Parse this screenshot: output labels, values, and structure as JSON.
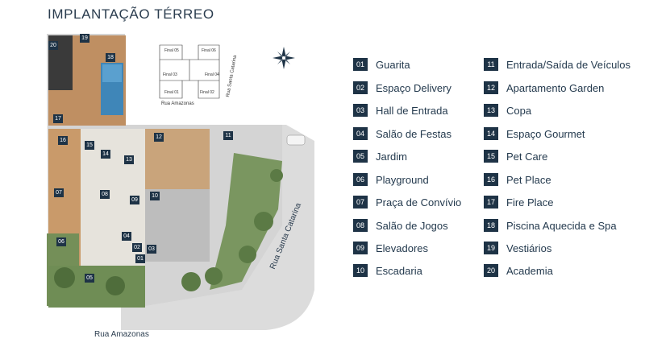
{
  "title": "IMPLANTAÇÃO TÉRREO",
  "streets": {
    "bottom": "Rua Amazonas",
    "side": "Rua Santa Catarina"
  },
  "key_plan": {
    "units": [
      "Final 05",
      "Final 06",
      "Final 03",
      "Final 04",
      "Final 01",
      "Final 02"
    ],
    "street_bottom": "Rua Amazonas",
    "street_side": "Rua Santa Catarina"
  },
  "map_markers": [
    "01",
    "02",
    "03",
    "04",
    "05",
    "06",
    "07",
    "08",
    "09",
    "10",
    "11",
    "12",
    "13",
    "14",
    "15",
    "16",
    "17",
    "18",
    "19",
    "20"
  ],
  "legend": [
    {
      "num": "01",
      "label": "Guarita"
    },
    {
      "num": "02",
      "label": "Espaço Delivery"
    },
    {
      "num": "03",
      "label": "Hall de Entrada"
    },
    {
      "num": "04",
      "label": "Salão de Festas"
    },
    {
      "num": "05",
      "label": "Jardim"
    },
    {
      "num": "06",
      "label": "Playground"
    },
    {
      "num": "07",
      "label": "Praça de Convívio"
    },
    {
      "num": "08",
      "label": "Salão de Jogos"
    },
    {
      "num": "09",
      "label": "Elevadores"
    },
    {
      "num": "10",
      "label": "Escadaria"
    },
    {
      "num": "11",
      "label": "Entrada/Saída de Veículos"
    },
    {
      "num": "12",
      "label": "Apartamento Garden"
    },
    {
      "num": "13",
      "label": "Copa"
    },
    {
      "num": "14",
      "label": "Espaço Gourmet"
    },
    {
      "num": "15",
      "label": "Pet Care"
    },
    {
      "num": "16",
      "label": "Pet Place"
    },
    {
      "num": "17",
      "label": "Fire Place"
    },
    {
      "num": "18",
      "label": "Piscina Aquecida e Spa"
    },
    {
      "num": "19",
      "label": "Vestiários"
    },
    {
      "num": "20",
      "label": "Academia"
    }
  ],
  "colors": {
    "marker": "#1e3346",
    "grass": "#6f8d55",
    "wood": "#b98a5e",
    "pool": "#3f86b8",
    "concrete": "#c9c9c9",
    "road": "#d7d7d7"
  }
}
